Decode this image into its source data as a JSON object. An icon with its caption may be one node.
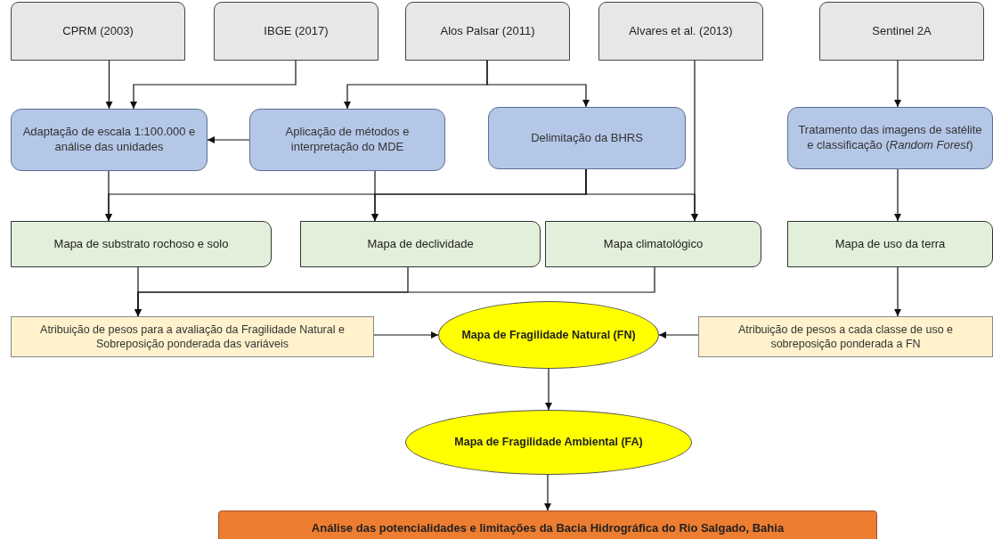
{
  "diagram": {
    "nodes": [
      {
        "text": [
          "CPRM (2003)"
        ]
      },
      {
        "text": [
          "IBGE (2017)"
        ]
      },
      {
        "text": [
          "Alos Palsar (2011)"
        ]
      },
      {
        "text": [
          "Alvares et al. (2013)"
        ]
      },
      {
        "text": [
          "Sentinel 2A"
        ]
      },
      {
        "text": [
          "Adaptação de escala 1:100.000 e análise das unidades"
        ]
      },
      {
        "text": [
          "Aplicação de métodos e interpretação do MDE"
        ]
      },
      {
        "text": [
          "Delimitação da BHRS"
        ]
      },
      {
        "text": [
          "Tratamento das imagens de satélite e classificação (*Random Forest*)"
        ]
      },
      {
        "text": [
          "Mapa de substrato rochoso e solo"
        ]
      },
      {
        "text": [
          "Mapa de declividade"
        ]
      },
      {
        "text": [
          "Mapa climatológico"
        ]
      },
      {
        "text": [
          "Mapa de uso da terra"
        ]
      },
      {
        "text": [
          "Atribuição de pesos para a avaliação da Fragilidade Natural e Sobreposição ponderada das variáveis"
        ]
      },
      {
        "text": [
          "Mapa de Fragilidade Natural (FN)"
        ]
      },
      {
        "text": [
          "Atribuição de pesos a cada classe de uso e sobreposição ponderada a FN"
        ]
      },
      {
        "text": [
          "Mapa de Fragilidade Ambiental (FA)"
        ]
      },
      {
        "text": [
          "Análise das potencialidades e limitações da Bacia Hidrográfica do Rio Salgado, Bahia"
        ]
      }
    ],
    "edges": [
      {
        "from": 0,
        "to": 5,
        "arrow": "to"
      },
      {
        "from": 1,
        "to": 5,
        "arrow": "to"
      },
      {
        "from": 2,
        "to": 6,
        "arrow": "to"
      },
      {
        "from": 2,
        "to": 7,
        "arrow": "to"
      },
      {
        "from": 3,
        "to": 11,
        "arrow": "to"
      },
      {
        "from": 4,
        "to": 8,
        "arrow": "to"
      },
      {
        "from": 6,
        "to": 5,
        "arrow": "to"
      },
      {
        "from": 5,
        "to": 9,
        "arrow": "to"
      },
      {
        "from": 6,
        "to": 10,
        "arrow": "to"
      },
      {
        "from": 7,
        "to": 9,
        "arrow": "to"
      },
      {
        "from": 7,
        "to": 10,
        "arrow": "to"
      },
      {
        "from": 7,
        "to": 11,
        "arrow": "to"
      },
      {
        "from": 8,
        "to": 12,
        "arrow": "to"
      },
      {
        "from": 9,
        "to": 13,
        "arrow": "to"
      },
      {
        "from": 10,
        "to": 13,
        "arrow": "to"
      },
      {
        "from": 11,
        "to": 13,
        "arrow": "to"
      },
      {
        "from": 13,
        "to": 14,
        "arrow": "to"
      },
      {
        "from": 15,
        "to": 14,
        "arrow": "to"
      },
      {
        "from": 12,
        "to": 15,
        "arrow": "to"
      },
      {
        "from": 14,
        "to": 16,
        "arrow": "to"
      },
      {
        "from": 16,
        "to": 17,
        "arrow": "to"
      }
    ]
  }
}
